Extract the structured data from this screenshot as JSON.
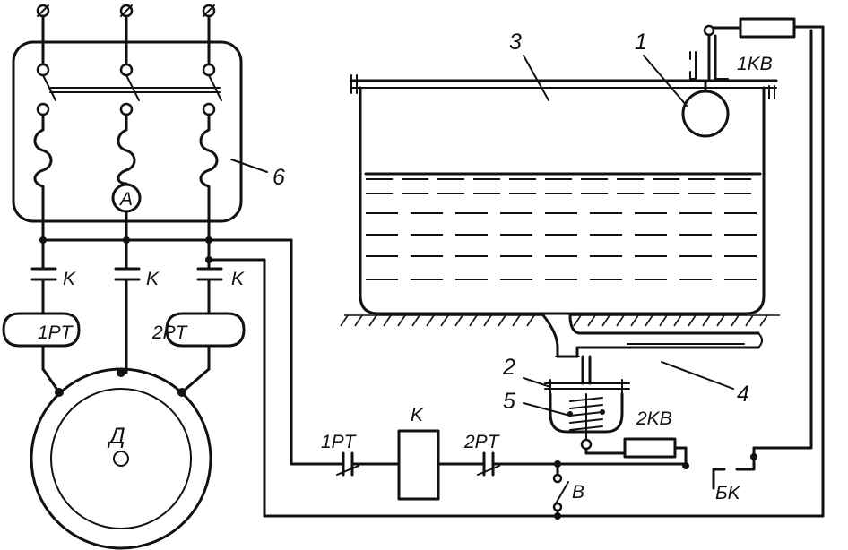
{
  "labels": {
    "float": "1",
    "pressure_switch": "2",
    "tank": "3",
    "pipe": "4",
    "spring": "5",
    "switchboard": "6",
    "contactor_k1": "K",
    "contactor_k2": "K",
    "contactor_k3": "K",
    "coil_k": "K",
    "relay_1rt": "1PT",
    "relay_2rt": "2PT",
    "contact_1rt": "1PT",
    "contact_2rt": "2PT",
    "motor": "Д",
    "ammeter": "A",
    "float_switch": "1KB",
    "pressure_contact": "2KB",
    "button_b": "B",
    "limit_switch": "БK"
  }
}
